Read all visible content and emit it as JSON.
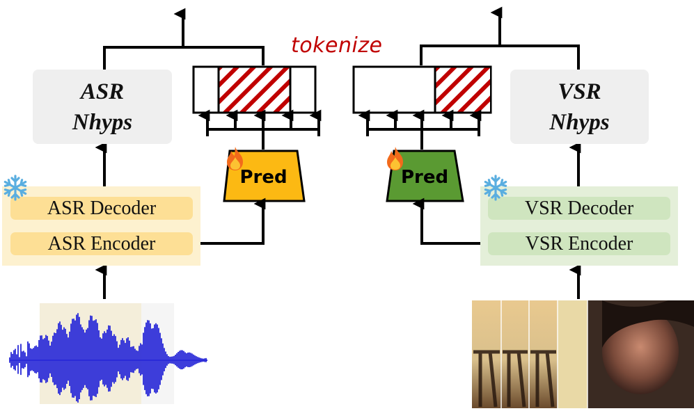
{
  "diagram": {
    "tokenize_label": "tokenize",
    "asr": {
      "nhyps_line1": "ASR",
      "nhyps_line2": "Nhyps",
      "decoder_label": "ASR Decoder",
      "encoder_label": "ASR Encoder",
      "predictor_label": "Pred",
      "predictor_color": "#fcb913"
    },
    "vsr": {
      "nhyps_line1": "VSR",
      "nhyps_line2": "Nhyps",
      "decoder_label": "VSR Decoder",
      "encoder_label": "VSR Encoder",
      "predictor_label": "Pred",
      "predictor_color": "#5a9a32"
    },
    "icons": {
      "frozen": "snowflake-icon",
      "trainable": "fire-icon"
    },
    "colors": {
      "hatch": "#c00000",
      "waveform": "#2a2ad8"
    }
  }
}
